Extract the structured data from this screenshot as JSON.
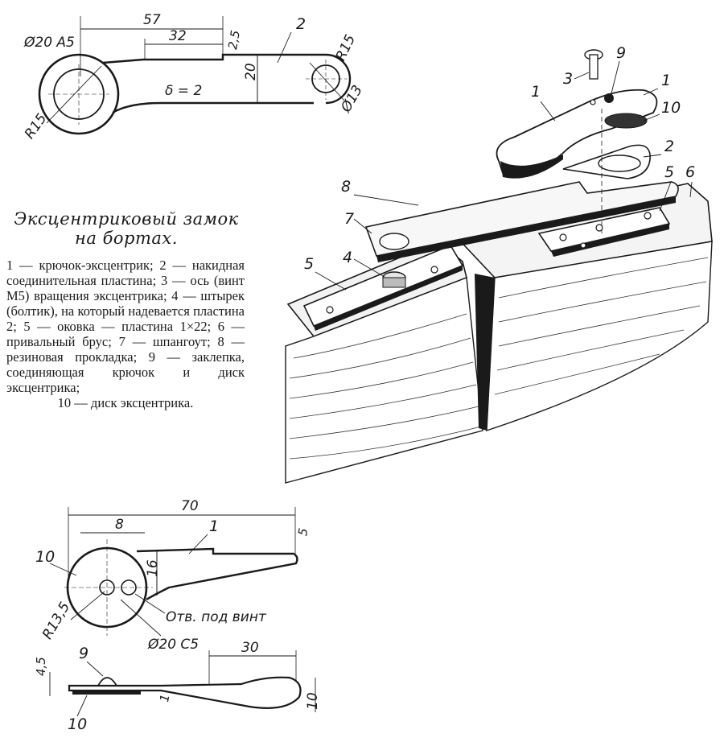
{
  "title": "Эксцентриковый замок на бортах.",
  "caption": [
    "1 — крючок-эксцентрик; 2 — накидная соединительная пластина; 3 — ось (винт М5) вращения эксцентрика; 4 — штырек (болтик), на который надевается пластина 2; 5 — оковка — пластина 1×22; 6 — привальный брус; 7 — шпангоут; 8 — резиновая прокладка; 9 — заклепка, соединяющая крючок и диск эксцентрика;",
    "10 — диск эксцентрика."
  ],
  "plate_drawing": {
    "dims": [
      "57",
      "32",
      "2,5",
      "Ø20 A5",
      "R15",
      "R15",
      "Ø13",
      "20",
      "δ = 2"
    ],
    "part_number": "2"
  },
  "assembly": {
    "labels": [
      "1",
      "1",
      "2",
      "3",
      "4",
      "5",
      "5",
      "6",
      "7",
      "8",
      "9",
      "10"
    ]
  },
  "hook_drawing": {
    "dims": [
      "70",
      "8",
      "5",
      "16",
      "R13,5",
      "Ø20 C5",
      "Отв. под винт"
    ],
    "labels": [
      "1",
      "10"
    ]
  },
  "side_view": {
    "dims": [
      "4,5",
      "30",
      "1",
      "10"
    ],
    "labels": [
      "9",
      "10"
    ]
  }
}
